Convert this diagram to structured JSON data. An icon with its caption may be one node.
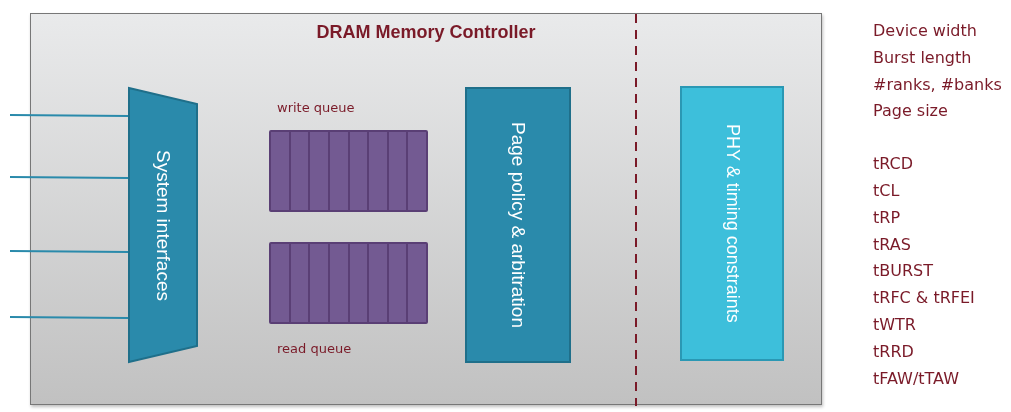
{
  "diagram": {
    "nodes": [
      {
        "text": [
          "DRAM Memory Controller"
        ]
      },
      {
        "text": [
          "System interfaces"
        ],
        "in": 0
      },
      {
        "text": [
          "write queue"
        ],
        "in": 0
      },
      {
        "text": [
          "read queue"
        ],
        "in": 0
      },
      {
        "text": [
          "Page policy & arbitration"
        ],
        "in": 0
      },
      {
        "text": [
          "PHY & timing constraints"
        ],
        "in": 0
      }
    ],
    "edges": [
      {
        "from": null,
        "to": 1,
        "arrow": "none"
      },
      {
        "from": null,
        "to": 1,
        "arrow": "none"
      },
      {
        "from": null,
        "to": 1,
        "arrow": "none"
      },
      {
        "from": null,
        "to": 1,
        "arrow": "none"
      }
    ],
    "labels": [
      "Device width",
      "Burst length",
      "#ranks, #banks",
      "Page size",
      "tRCD",
      "tCL",
      "tRP",
      "tRAS",
      "tBURST",
      "tRFC & tRFEI",
      "tWTR",
      "tRRD",
      "tFAW/tTAW"
    ]
  }
}
